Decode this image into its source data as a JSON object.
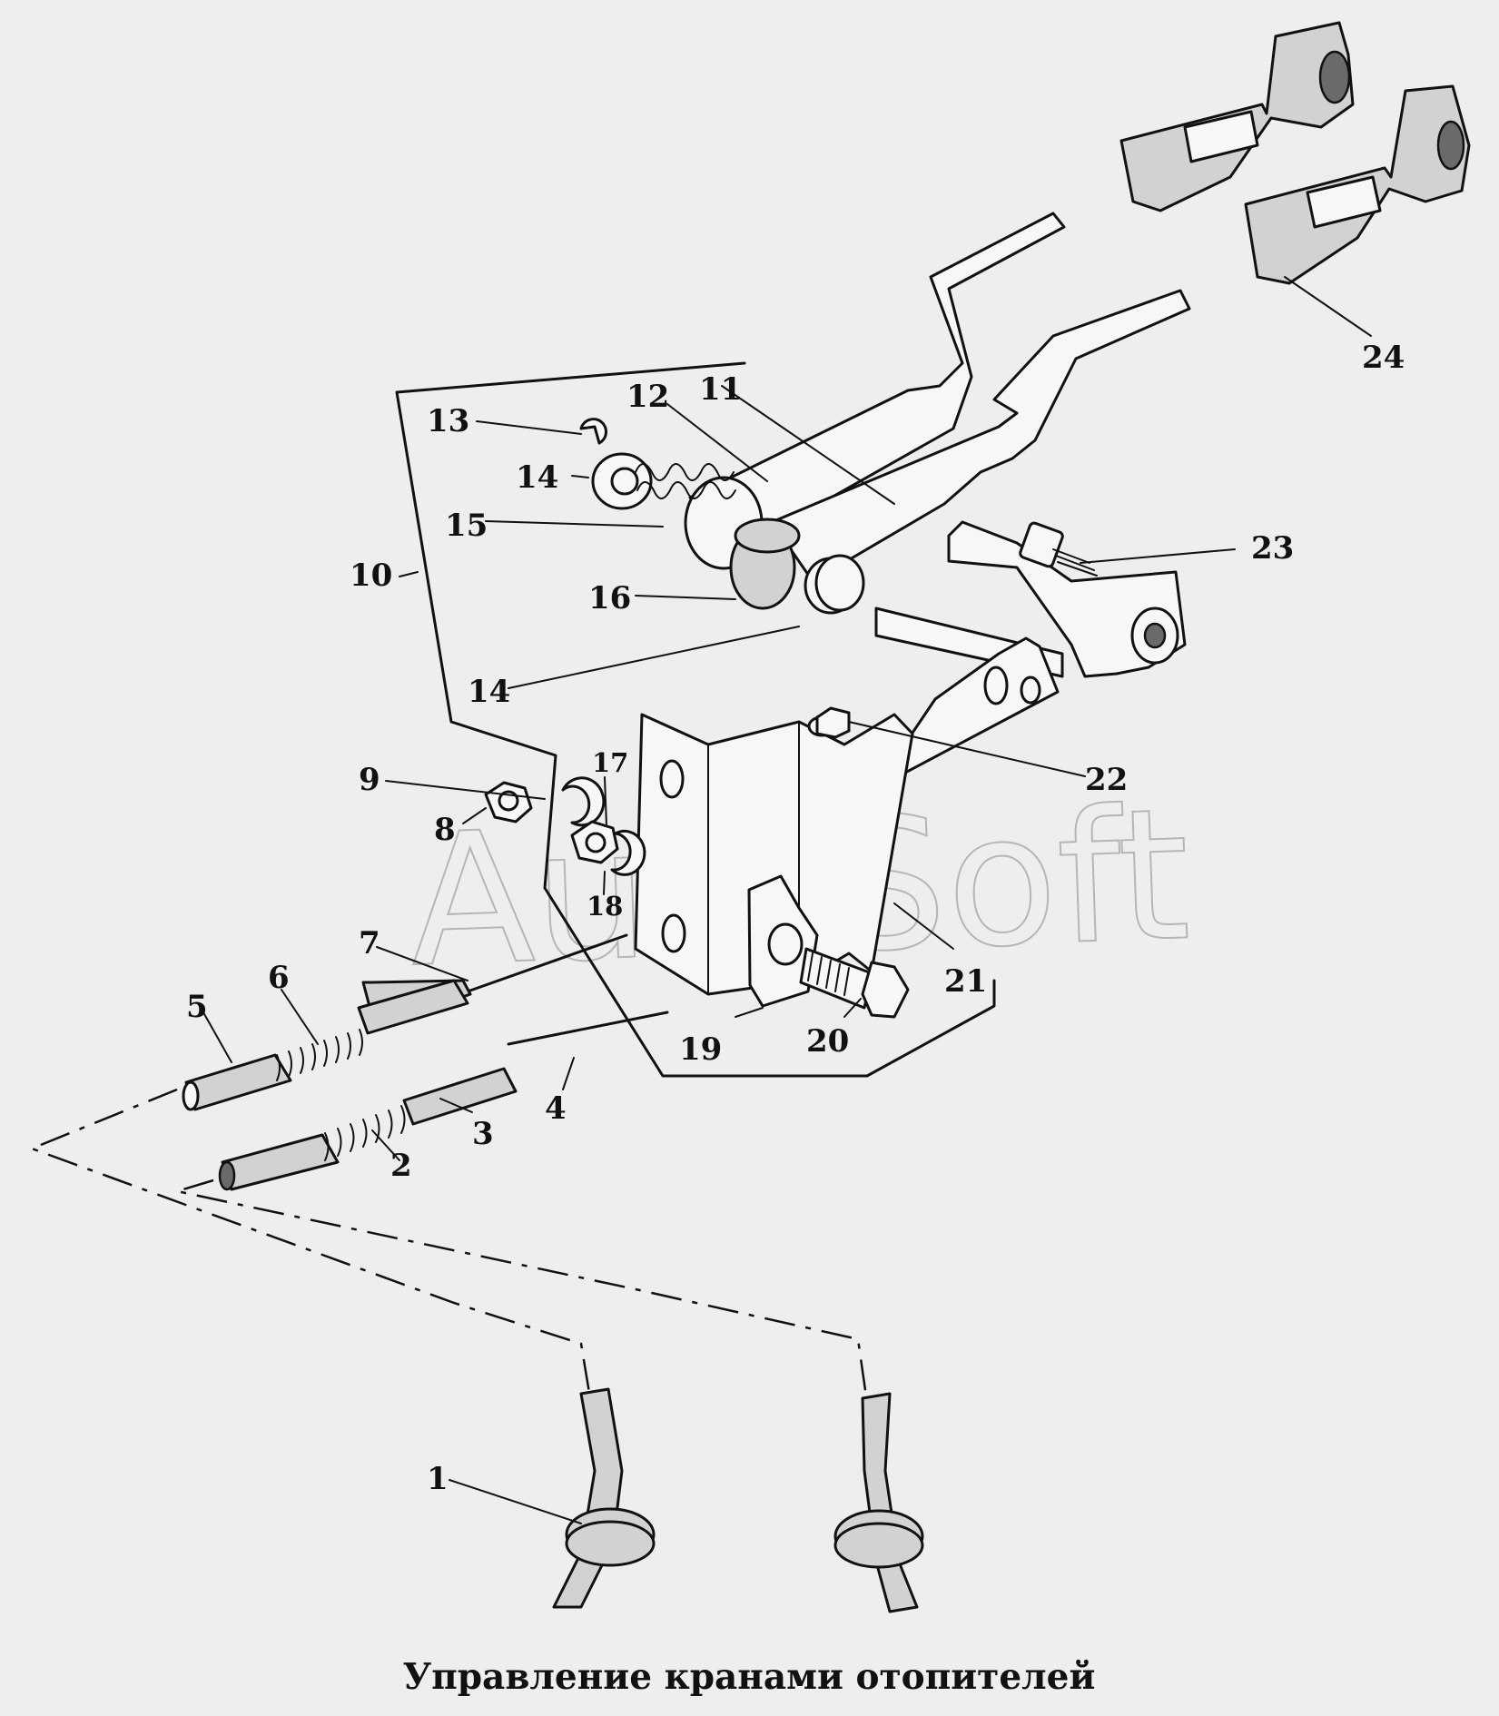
{
  "title": "Управление кранами отопителей",
  "watermark": "AutoSoft",
  "callouts": [
    {
      "id": "1",
      "label": "1"
    },
    {
      "id": "2",
      "label": "2"
    },
    {
      "id": "3",
      "label": "3"
    },
    {
      "id": "4",
      "label": "4"
    },
    {
      "id": "5",
      "label": "5"
    },
    {
      "id": "6",
      "label": "6"
    },
    {
      "id": "7",
      "label": "7"
    },
    {
      "id": "8",
      "label": "8"
    },
    {
      "id": "9",
      "label": "9"
    },
    {
      "id": "10",
      "label": "10"
    },
    {
      "id": "11",
      "label": "11"
    },
    {
      "id": "12",
      "label": "12"
    },
    {
      "id": "13",
      "label": "13"
    },
    {
      "id": "14a",
      "label": "14"
    },
    {
      "id": "14b",
      "label": "14"
    },
    {
      "id": "15",
      "label": "15"
    },
    {
      "id": "16",
      "label": "16"
    },
    {
      "id": "17",
      "label": "17"
    },
    {
      "id": "18",
      "label": "18"
    },
    {
      "id": "19",
      "label": "19"
    },
    {
      "id": "20",
      "label": "20"
    },
    {
      "id": "21",
      "label": "21"
    },
    {
      "id": "22",
      "label": "22"
    },
    {
      "id": "23",
      "label": "23"
    },
    {
      "id": "24",
      "label": "24"
    }
  ]
}
